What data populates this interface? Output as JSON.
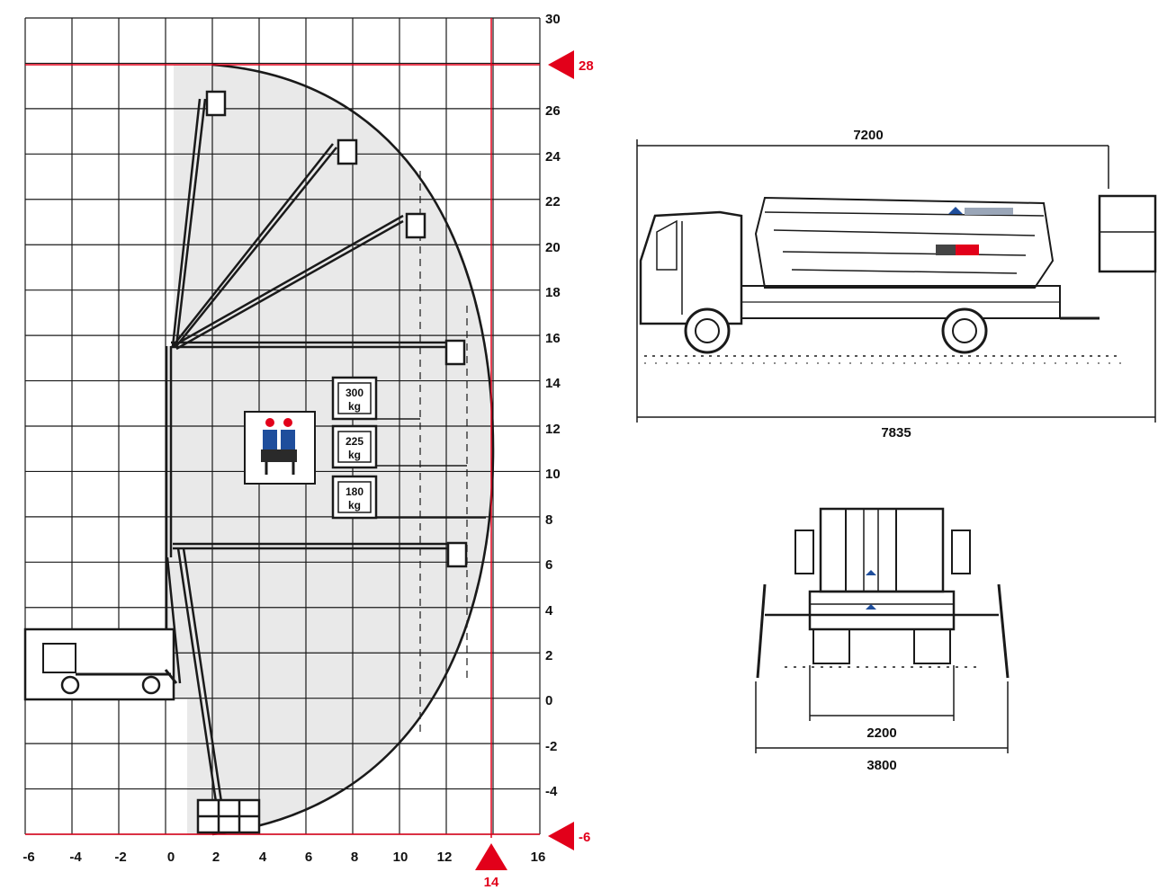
{
  "chart_data": {
    "type": "diagram",
    "x_ticks": [
      "-6",
      "-4",
      "-2",
      "0",
      "2",
      "4",
      "6",
      "8",
      "10",
      "12",
      "16"
    ],
    "y_ticks": [
      "30",
      "26",
      "24",
      "22",
      "20",
      "18",
      "16",
      "14",
      "12",
      "10",
      "8",
      "6",
      "4",
      "2",
      "0",
      "-2",
      "-4"
    ],
    "max_height_label": "28",
    "max_depth_label": "-6",
    "max_outreach_label": "14",
    "loads": [
      {
        "value": "300",
        "unit": "kg"
      },
      {
        "value": "225",
        "unit": "kg"
      },
      {
        "value": "180",
        "unit": "kg"
      }
    ]
  },
  "side_view": {
    "boom_length_label": "7200",
    "overall_length_label": "7835"
  },
  "rear_view": {
    "track_label": "2200",
    "outrigger_span_label": "3800"
  },
  "colors": {
    "accent_red": "#e2001a",
    "line": "#1a1a1a",
    "envelope_fill": "#e9e9e9"
  }
}
